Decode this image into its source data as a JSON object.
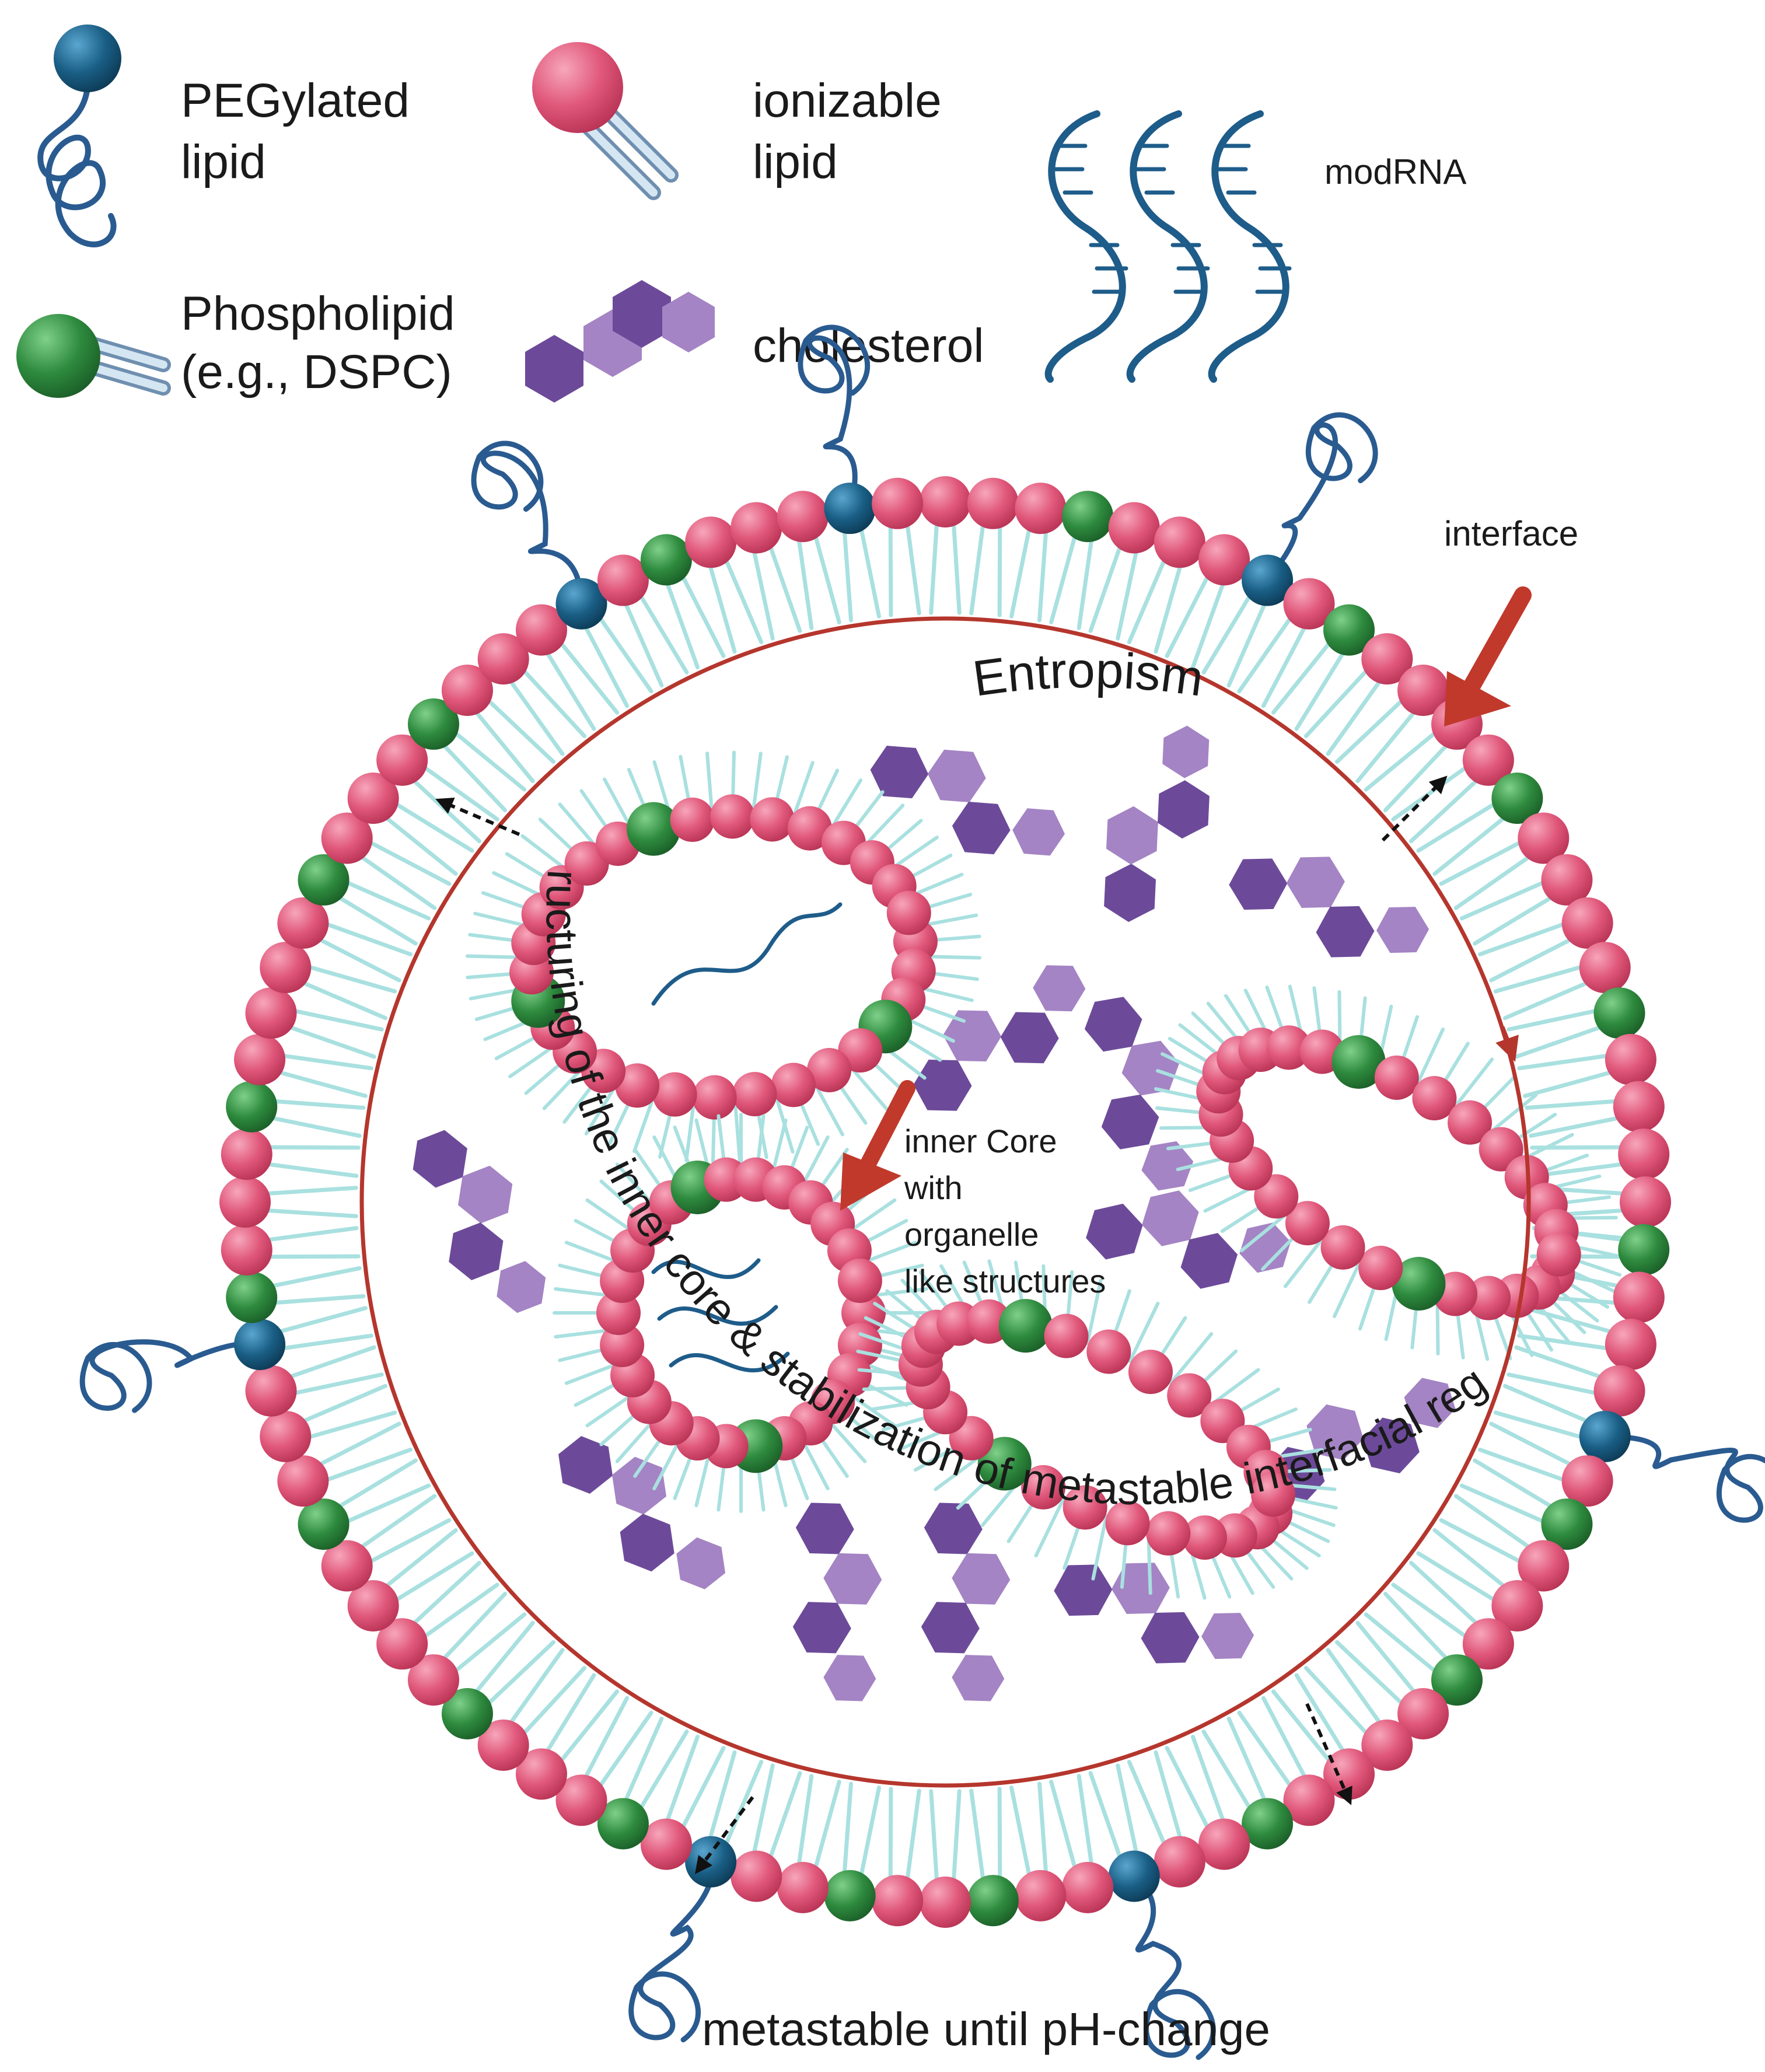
{
  "legend": {
    "peg_label_1": "PEGylated",
    "peg_label_2": "lipid",
    "ionizable_label_1": "ionizable",
    "ionizable_label_2": "lipid",
    "modrna_label": "modRNA",
    "phospholipid_label_1": "Phospholipid",
    "phospholipid_label_2": "(e.g., DSPC)",
    "cholesterol_label": "cholesterol"
  },
  "diagram": {
    "interface_label": "interface",
    "entropism_label": "Entropism",
    "arc_label": "restructuring of the inner core & stabilization of metastable interfacial region",
    "core_label_lines": [
      "inner Core",
      "with",
      "organelle",
      "like structures"
    ],
    "bottom_caption": "metastable until pH-change"
  },
  "colors": {
    "ionizable_head": "#e0577a",
    "phospholipid_head": "#2e8b3e",
    "peg_head": "#1a5f86",
    "peg_chain": "#2a5b90",
    "tail": "#a9e0e0",
    "cholesterol_dark": "#6c4a99",
    "cholesterol_light": "#a484c4",
    "arrow_red": "#c0392b",
    "arc_stroke": "#b5362d",
    "rna": "#1e5c8a"
  },
  "icons": {
    "peg": "peg-lipid-icon",
    "ionizable": "ionizable-lipid-icon",
    "phospholipid": "phospholipid-icon",
    "cholesterol": "cholesterol-icon",
    "modrna": "modrna-icon"
  }
}
